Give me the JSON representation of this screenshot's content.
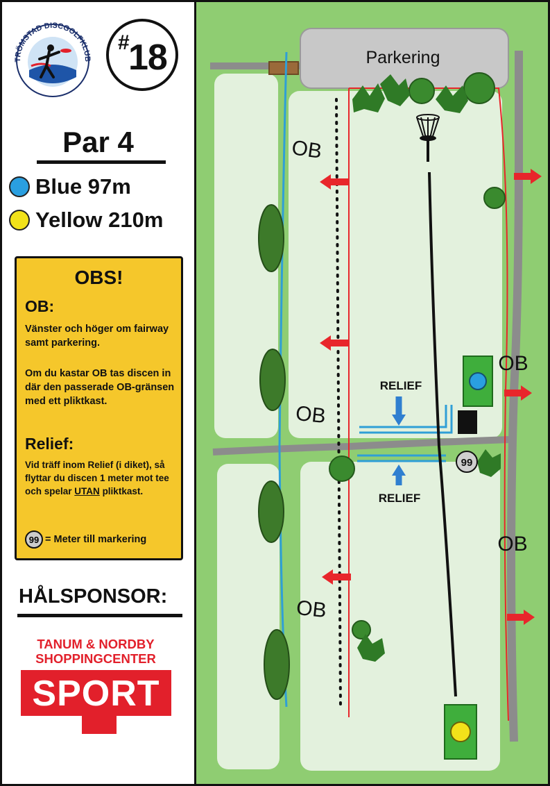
{
  "club": {
    "name": "STRÖMSTAD DISCGOLFKLUBB"
  },
  "hole": {
    "hash": "#",
    "number": "18",
    "par": "Par 4"
  },
  "tees": [
    {
      "label": "Blue 97m",
      "color": "#2a9fe0"
    },
    {
      "label": "Yellow 210m",
      "color": "#f2e21a"
    }
  ],
  "obs": {
    "title": "OBS!",
    "ob_heading": "OB:",
    "ob_text": "Vänster och höger om fairway samt parkering.",
    "ob_rule": "Om du kastar OB tas discen in där den passerade OB-gränsen med ett pliktkast.",
    "relief_heading": "Relief:",
    "relief_text_before": "Vid träff inom Relief (i diket), så flyttar du discen 1 meter mot tee och spelar",
    "relief_text_underlined": "UTAN",
    "relief_text_after": "pliktkast.",
    "legend_badge": "99",
    "legend_text": "= Meter till markering"
  },
  "sponsor": {
    "heading": "HÅLSPONSOR:",
    "name_line1": "TANUM & NORDBY",
    "name_line2": "SHOPPINGCENTER",
    "brand": "SPORT"
  },
  "map": {
    "parking_label": "Parkering",
    "ob_labels": [
      "OB",
      "OB",
      "OB",
      "OB",
      "OB"
    ],
    "relief_labels": [
      "RELIEF",
      "RELIEF"
    ],
    "distance_marker": "99"
  },
  "colors": {
    "grass": "#8fcd72",
    "fairway": "#e3f1dd",
    "ob_red": "#e8262b",
    "ditch_blue": "#2f9fd6",
    "road_gray": "#8c8c8c",
    "tee_green": "#3fae3c",
    "obs_yellow": "#f5c72b",
    "sponsor_red": "#e2202b"
  }
}
